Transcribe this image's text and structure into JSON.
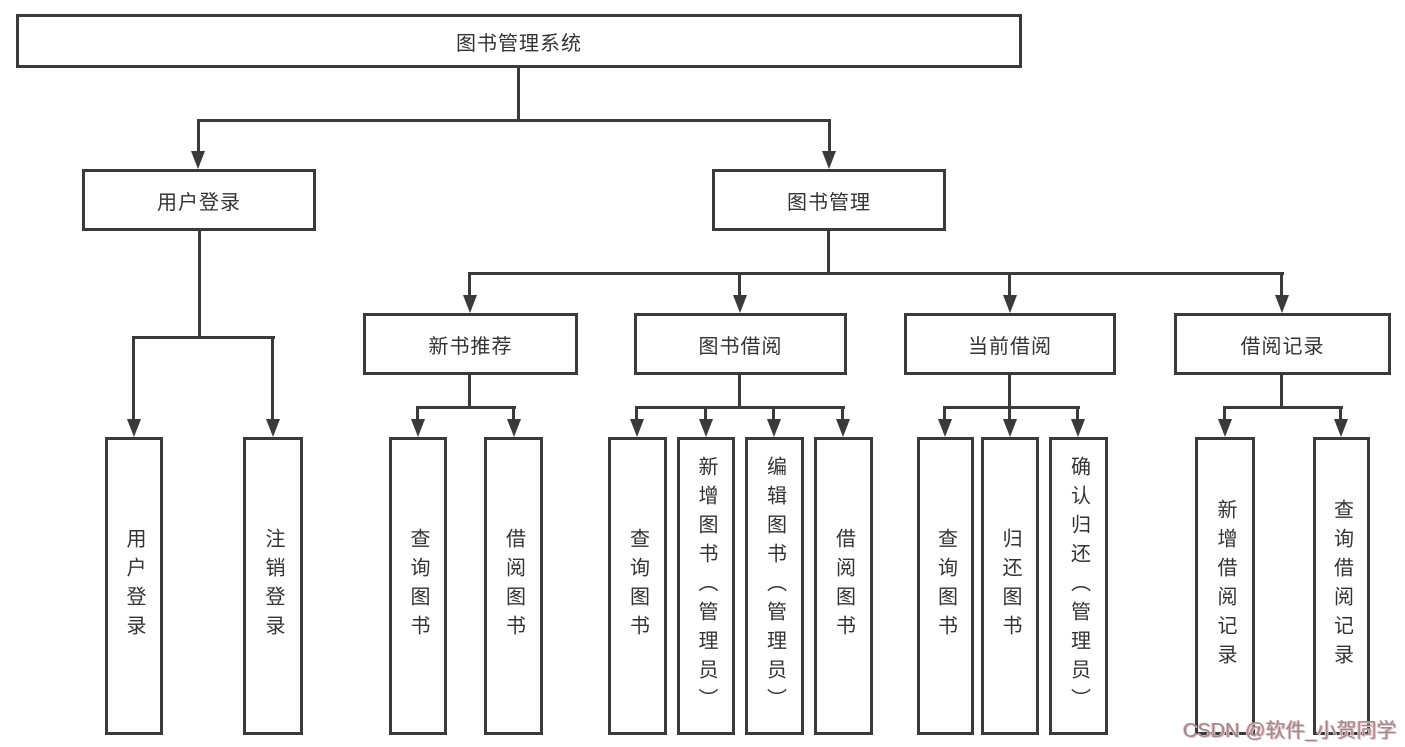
{
  "diagram_type": "hierarchy-tree",
  "tree": {
    "label": "图书管理系统",
    "children": [
      {
        "label": "用户登录",
        "children": [
          {
            "label": "用户登录"
          },
          {
            "label": "注销登录"
          }
        ]
      },
      {
        "label": "图书管理",
        "children": [
          {
            "label": "新书推荐",
            "children": [
              {
                "label": "查询图书"
              },
              {
                "label": "借阅图书"
              }
            ]
          },
          {
            "label": "图书借阅",
            "children": [
              {
                "label": "查询图书"
              },
              {
                "label": "新增图书（管理员）"
              },
              {
                "label": "编辑图书（管理员）"
              },
              {
                "label": "借阅图书"
              }
            ]
          },
          {
            "label": "当前借阅",
            "children": [
              {
                "label": "查询图书"
              },
              {
                "label": "归还图书"
              },
              {
                "label": "确认归还（管理员）"
              }
            ]
          },
          {
            "label": "借阅记录",
            "children": [
              {
                "label": "新增借阅记录"
              },
              {
                "label": "查询借阅记录"
              }
            ]
          }
        ]
      }
    ]
  },
  "watermark": {
    "text": "CSDN @软件_小贺同学"
  },
  "colors": {
    "line": "#3a3a3a",
    "text": "#333333",
    "background": "#ffffff",
    "watermark_text": "#8f8f8f",
    "watermark_shadow": "#f6bcc3"
  }
}
